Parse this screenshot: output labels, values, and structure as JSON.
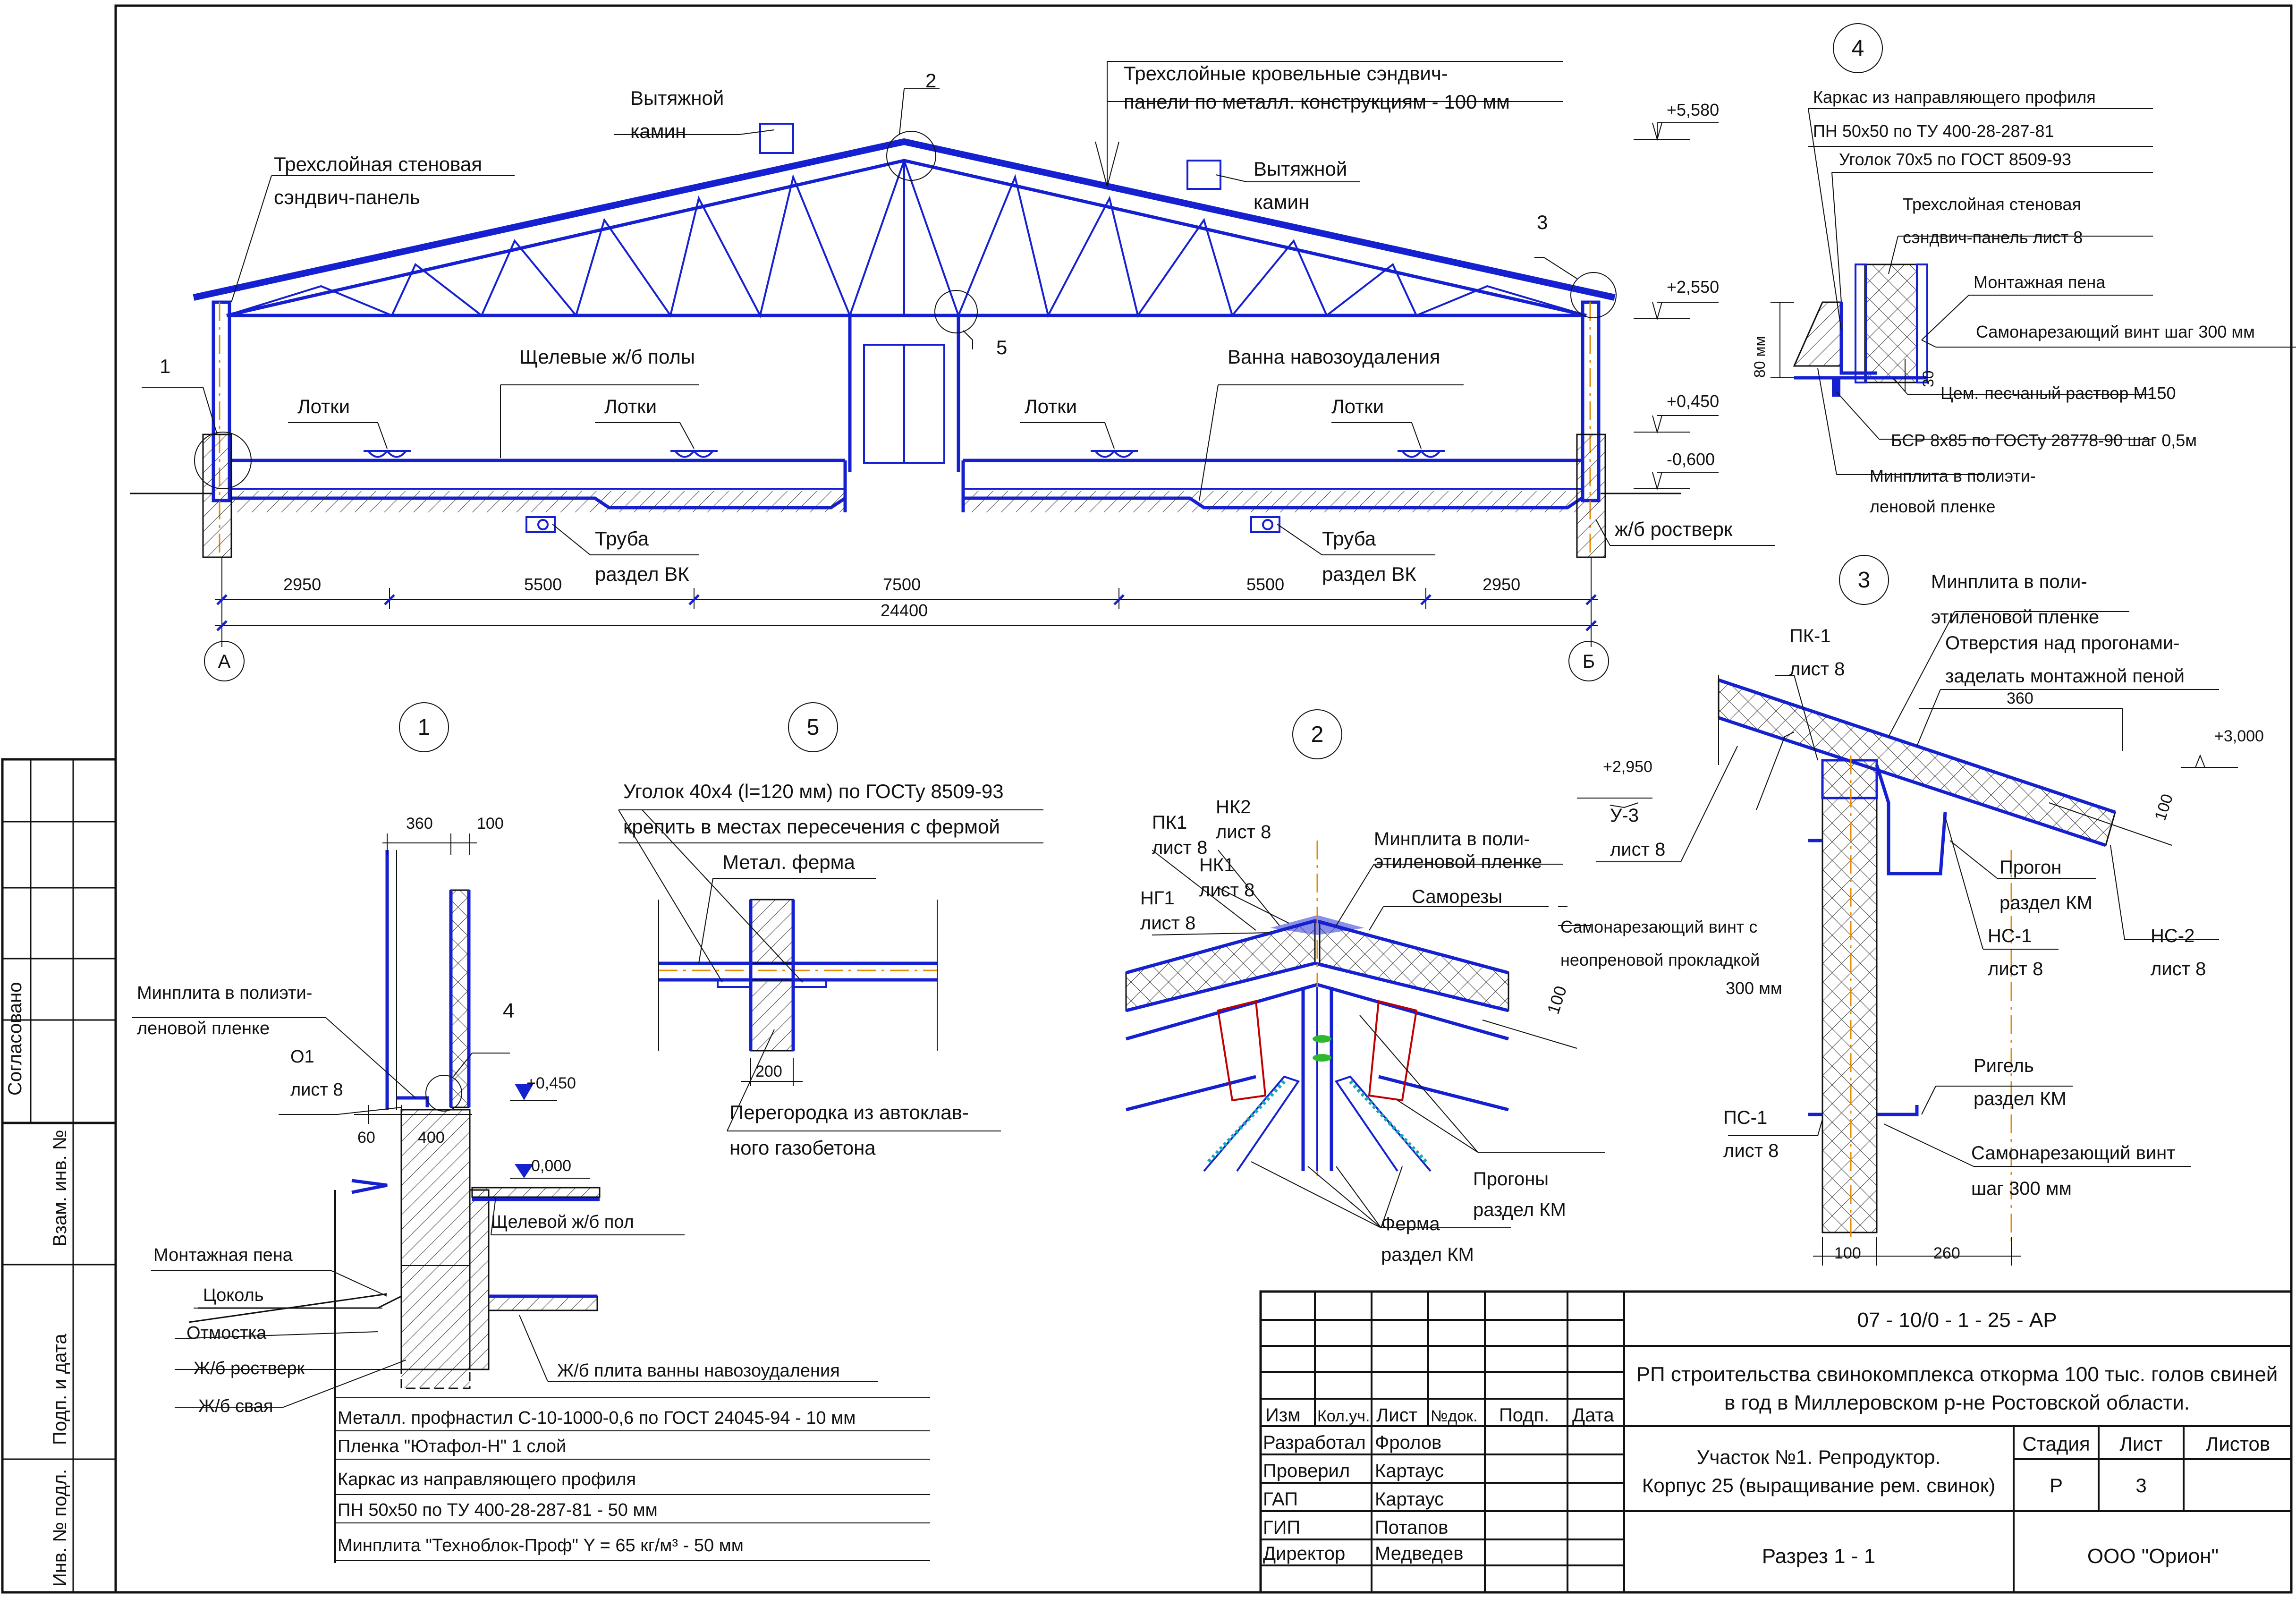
{
  "main": {
    "labels": {
      "wall_panel_1": "Трехслойная стеновая",
      "wall_panel_2": "сэндвич-панель",
      "exhaust_1a": "Вытяжной",
      "exhaust_1b": "камин",
      "exhaust_2a": "Вытяжной",
      "exhaust_2b": "камин",
      "roof_1": "Трехслойные кровельные сэндвич-",
      "roof_2": "панели по металл. конструкциям   - 100 мм",
      "slot_floor": "Щелевые ж/б полы",
      "manure_bath": "Ванна навозоудаления",
      "tray_1": "Лотки",
      "tray_2": "Лотки",
      "tray_3": "Лотки",
      "tray_4": "Лотки",
      "pipe_1a": "Труба",
      "pipe_1b": "раздел ВК",
      "pipe_2a": "Труба",
      "pipe_2b": "раздел ВК",
      "grillage": "ж/б ростверк",
      "callout_1": "1",
      "callout_2": "2",
      "callout_3": "3",
      "callout_5": "5"
    },
    "levels": [
      "+5,580",
      "+2,550",
      "+0,450",
      "-0,600"
    ],
    "dims": [
      "2950",
      "5500",
      "7500",
      "5500",
      "2950"
    ],
    "total": "24400",
    "axis_a": "А",
    "axis_b": "Б"
  },
  "detail4": {
    "title": "4",
    "lines": [
      "Каркас из направляющего профиля",
      "ПН 50х50 по ТУ 400-28-287-81",
      "Уголок 70х5 по ГОСТ  8509-93",
      "Трехслойная стеновая",
      "сэндвич-панель лист 8",
      "Монтажная пена",
      "Самонарезающий винт шаг 300 мм",
      "Цем.-песчаный раствор М150",
      "БСР 8х85 по ГОСТу 28778-90 шаг 0,5м",
      "Минплита в полиэти-",
      "леновой пленке"
    ],
    "dim_80": "80 мм",
    "dim_30": "30"
  },
  "detail3": {
    "title": "3",
    "lines": [
      "Минплита в поли-",
      "этиленовой пленке",
      "Отверстия над прогонами-",
      "заделать монтажной пеной"
    ],
    "pk1a": "ПК-1",
    "pk1b": "лист 8",
    "u3a": "У-3",
    "u3b": "лист 8",
    "lvl_2950": "+2,950",
    "lvl_3000": "+3,000",
    "d360": "360",
    "d100": "100",
    "purlin_a": "Прогон",
    "purlin_b": "раздел КМ",
    "ns1a": "НС-1",
    "ns1b": "лист 8",
    "ns2a": "НС-2",
    "ns2b": "лист 8",
    "rigel_a": "Ригель",
    "rigel_b": "раздел КМ",
    "ps1a": "ПС-1",
    "ps1b": "лист 8",
    "screw_a": "Самонарезающий винт",
    "screw_b": "шаг 300 мм",
    "bd100": "100",
    "bd260": "260"
  },
  "detail1": {
    "title": "1",
    "d360": "360",
    "d100": "100",
    "minplita_a": "Минплита в полиэти-",
    "minplita_b": "леновой пленке",
    "o1a": "О1",
    "o1b": "лист 8",
    "c4": "4",
    "lvl_450": "+0,450",
    "lvl_000": "0,000",
    "d60": "60",
    "d400": "400",
    "slot_floor": "Щелевой ж/б пол",
    "foam": "Монтажная пена",
    "plinth": "Цоколь",
    "blind_area": "Отмостка",
    "grillage": "Ж/б ростверк",
    "pile": "Ж/б свая",
    "slab": "Ж/б плита ванны навозоудаления",
    "spec": [
      "Металл. профнастил С-10-1000-0,6 по ГОСТ 24045-94 - 10 мм",
      "Пленка \"Ютафол-Н\" 1 слой",
      "Каркас из направляющего профиля",
      "ПН 50х50 по ТУ 400-28-287-81                    - 50 мм",
      "Минплита \"Техноблок-Проф\" Y = 65 кг/м³ - 50 мм"
    ]
  },
  "detail5": {
    "title": "5",
    "angle_1": "Уголок 40х4 (l=120 мм) по ГОСТу 8509-93",
    "angle_2": "крепить в местах пересечения с фермой",
    "truss": "Метал. ферма",
    "d200": "200",
    "partition_1": "Перегородка из автоклав-",
    "partition_2": "ного газобетона"
  },
  "detail2": {
    "title": "2",
    "pk1a": "ПК1",
    "pk1b": "лист 8",
    "nk2a": "НК2",
    "nk2b": "лист 8",
    "nk1a": "НК1",
    "nk1b": "лист 8",
    "ng1a": "НГ1",
    "ng1b": "лист 8",
    "minplita_a": "Минплита в поли-",
    "minplita_b": "этиленовой пленке",
    "screws": "Саморезы",
    "self_screw_a": "Самонарезающий винт с",
    "self_screw_b": "неопреновой прокладкой",
    "self_screw_c": "300 мм",
    "d100": "100",
    "purlins_a": "Прогоны",
    "purlins_b": "раздел КМ",
    "truss_a": "Ферма",
    "truss_b": "раздел КМ"
  },
  "side": {
    "agreed": "Согласовано",
    "vzam": "Взам. инв. №",
    "podp": "Подп. и дата",
    "inv": "Инв. № подл."
  },
  "title_block": {
    "code": "07 - 10/0 - 1 - 25 - АР",
    "project_1": "РП строительства свинокомплекса откорма 100 тыс. голов свиней",
    "project_2": "в год в Миллеровском р-не Ростовской области.",
    "headers": [
      "Изм",
      "Кол.уч.",
      "Лист",
      "№док.",
      "Подп.",
      "Дата"
    ],
    "roles": [
      "Разработал",
      "Проверил",
      "ГАП",
      "ГИП",
      "Директор"
    ],
    "names": [
      "Фролов",
      "Картаус",
      "Картаус",
      "Потапов",
      "Медведев"
    ],
    "section_1": "Участок №1. Репродуктор.",
    "section_2": "Корпус 25 (выращивание рем. свинок)",
    "stage_h": "Стадия",
    "sheet_h": "Лист",
    "sheets_h": "Листов",
    "stage": "Р",
    "sheet": "3",
    "sheets": "",
    "drawing": "Разрез 1 - 1",
    "company": "ООО \"Орион\""
  }
}
